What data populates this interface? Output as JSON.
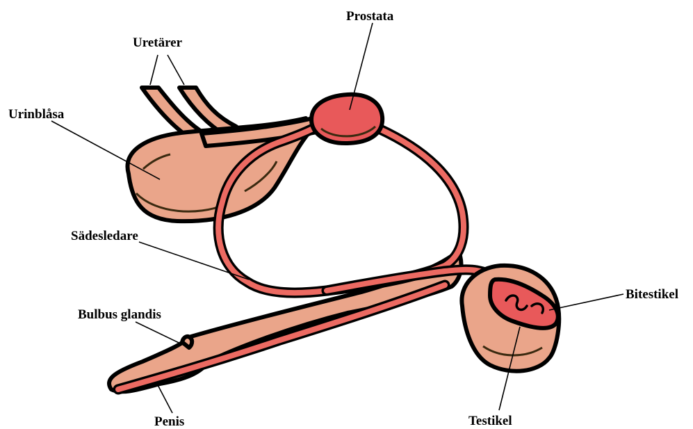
{
  "labels": {
    "ureterer": "Uretärer",
    "prostata": "Prostata",
    "urinblasa": "Urinblåsa",
    "sadesledare": "Sädesledare",
    "bulbus_glandis": "Bulbus glandis",
    "penis": "Penis",
    "bitestikel": "Bitestikel",
    "testikel": "Testikel"
  },
  "colors": {
    "tissue_skin": "#eaa58a",
    "prostate_red": "#e8595a",
    "duct_red": "#ec6a62",
    "outline": "#000000",
    "crease": "#3a2a10"
  }
}
